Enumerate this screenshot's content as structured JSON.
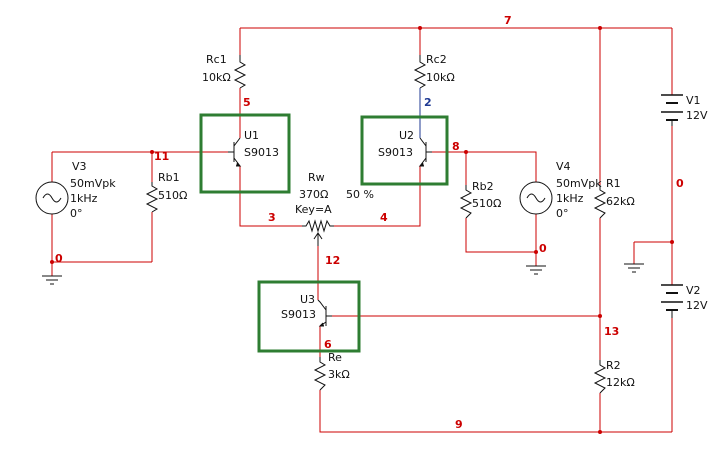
{
  "colors": {
    "wire": "#cc0000",
    "wire_blue": "#1f3a93",
    "component": "#111111",
    "highlight": "#2e7d32",
    "node_label": "#cc0000",
    "node_label_blue": "#1f3a93"
  },
  "nodes": {
    "n7": "7",
    "n5": "5",
    "n2": "2",
    "n11": "11",
    "n8": "8",
    "n3": "3",
    "n4": "4",
    "n12": "12",
    "n6": "6",
    "n13": "13",
    "n9": "9",
    "n0_left": "0",
    "n0_mid": "0",
    "n0_right": "0"
  },
  "components": {
    "rc1": {
      "name": "Rc1",
      "value": "10kΩ"
    },
    "rc2": {
      "name": "Rc2",
      "value": "10kΩ"
    },
    "u1": {
      "name": "U1",
      "model": "S9013"
    },
    "u2": {
      "name": "U2",
      "model": "S9013"
    },
    "u3": {
      "name": "U3",
      "model": "S9013"
    },
    "rw": {
      "name": "Rw",
      "value": "370Ω",
      "key": "Key=A",
      "percent": "50 %"
    },
    "rb1": {
      "name": "Rb1",
      "value": "510Ω"
    },
    "rb2": {
      "name": "Rb2",
      "value": "510Ω"
    },
    "v3": {
      "name": "V3",
      "amplitude": "50mVpk",
      "freq": "1kHz",
      "phase": "0°"
    },
    "v4": {
      "name": "V4",
      "amplitude": "50mVpk",
      "freq": "1kHz",
      "phase": "0°"
    },
    "r1": {
      "name": "R1",
      "value": "62kΩ"
    },
    "r2": {
      "name": "R2",
      "value": "12kΩ"
    },
    "re": {
      "name": "Re",
      "value": "3kΩ"
    },
    "v1": {
      "name": "V1",
      "value": "12V"
    },
    "v2": {
      "name": "V2",
      "value": "12V"
    }
  }
}
